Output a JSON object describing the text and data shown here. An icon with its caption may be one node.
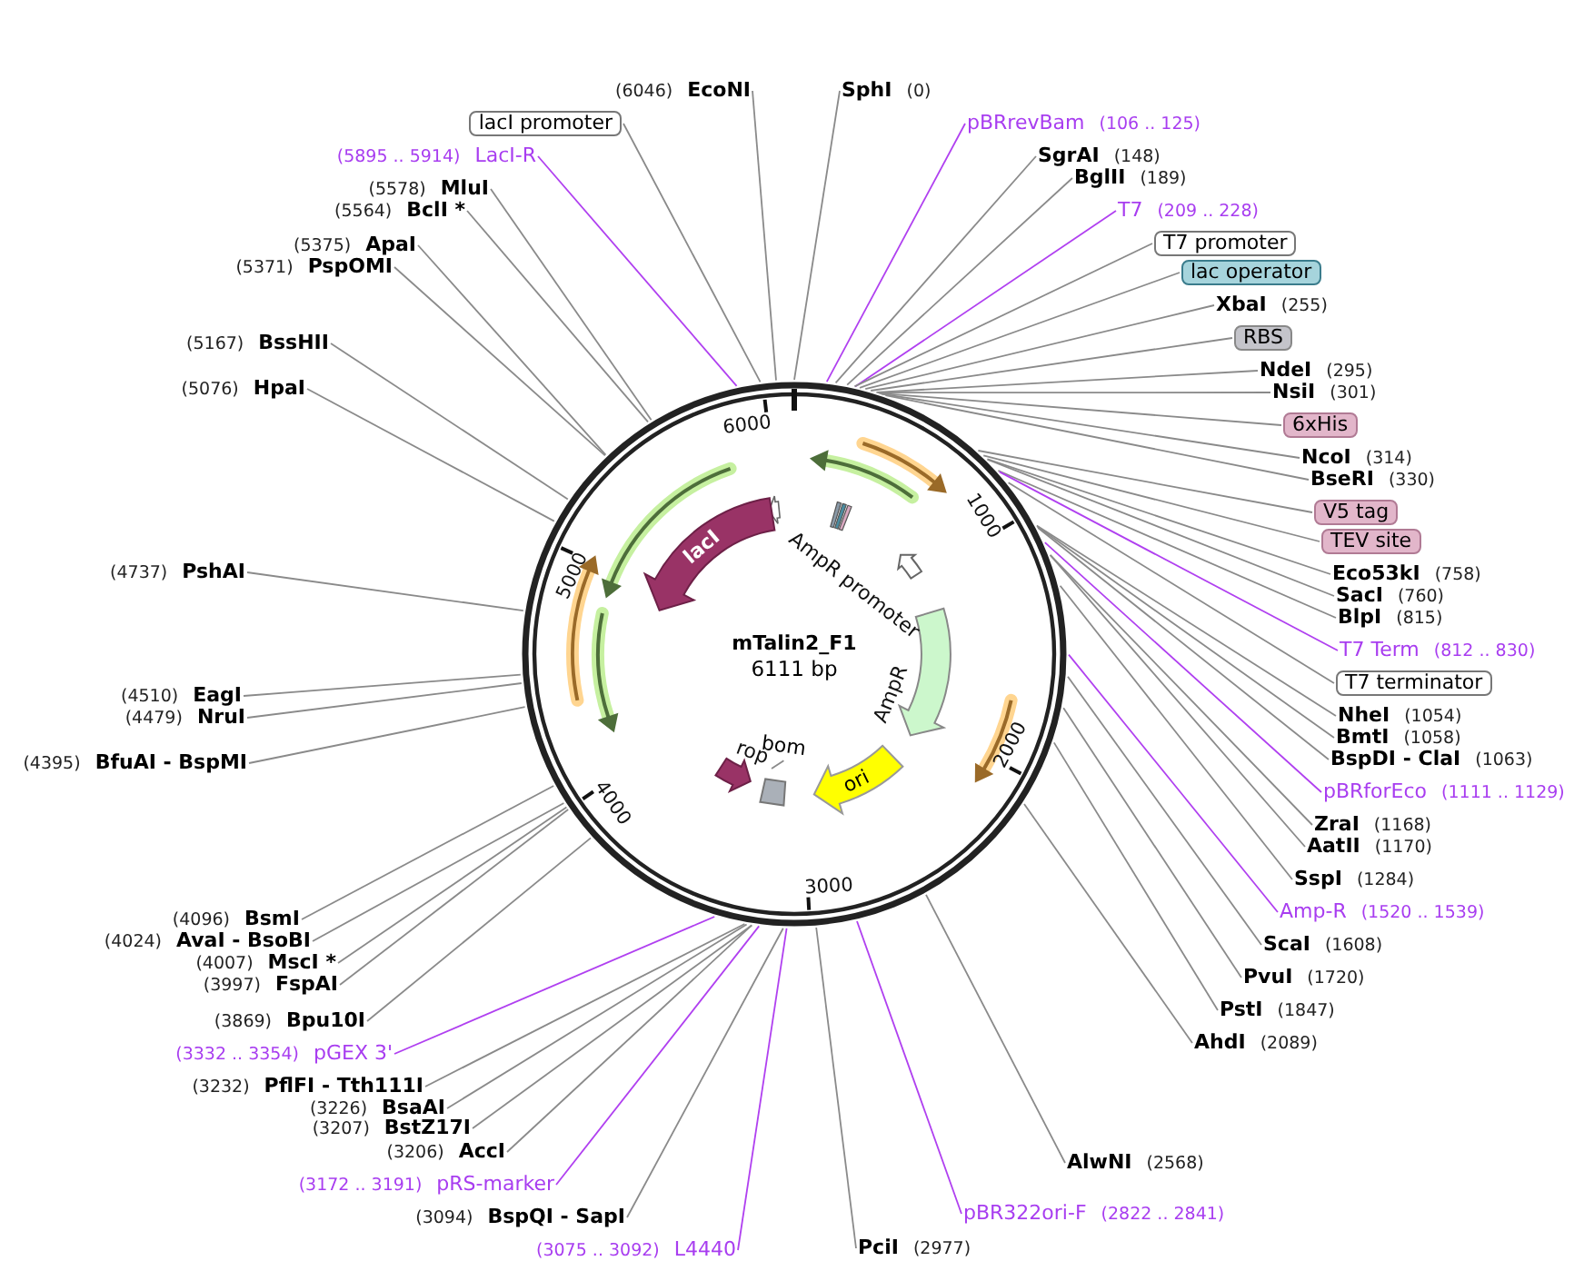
{
  "diagram": {
    "nodes": [
      {
        "text": [
          "mTalin2_F1",
          "6111 bp"
        ]
      },
      {
        "text": [
          "lacI"
        ],
        "in": 0
      },
      {
        "text": [],
        "shape": "arrow",
        "beside": [
          "AmpR promoter"
        ],
        "in": 0
      },
      {
        "text": [],
        "shape": "arrow",
        "beside": [
          "AmpR"
        ],
        "in": 0
      },
      {
        "text": [
          "ori"
        ],
        "in": 0
      },
      {
        "text": [],
        "shape": "arrow",
        "beside": [
          "rop"
        ],
        "in": 0
      },
      {
        "text": [
          "bom"
        ],
        "in": 0
      },
      {
        "text": [],
        "shape": "box",
        "in": 0
      },
      {
        "text": [
          "SphI",
          "(0)"
        ]
      },
      {
        "text": [
          "pBRrevBam",
          "(106 .. 125)"
        ]
      },
      {
        "text": [
          "SgrAI",
          "(148)"
        ]
      },
      {
        "text": [
          "BglII",
          "(189)"
        ]
      },
      {
        "text": [
          "T7",
          "(209 .. 228)"
        ]
      },
      {
        "text": [
          "T7 promoter"
        ]
      },
      {
        "text": [
          "lac operator"
        ]
      },
      {
        "text": [
          "XbaI",
          "(255)"
        ]
      },
      {
        "text": [
          "RBS"
        ]
      },
      {
        "text": [
          "NdeI",
          "(295)"
        ]
      },
      {
        "text": [
          "NsiI",
          "(301)"
        ]
      },
      {
        "text": [
          "6xHis"
        ]
      },
      {
        "text": [
          "NcoI",
          "(314)"
        ]
      },
      {
        "text": [
          "BseRI",
          "(330)"
        ]
      },
      {
        "text": [
          "V5 tag"
        ]
      },
      {
        "text": [
          "TEV site"
        ]
      },
      {
        "text": [
          "Eco53kI",
          "(758)"
        ]
      },
      {
        "text": [
          "SacI",
          "(760)"
        ]
      },
      {
        "text": [
          "BlpI",
          "(815)"
        ]
      },
      {
        "text": [
          "T7 Term",
          "(812 .. 830)"
        ]
      },
      {
        "text": [
          "T7 terminator"
        ]
      },
      {
        "text": [
          "NheI",
          "(1054)"
        ]
      },
      {
        "text": [
          "BmtI",
          "(1058)"
        ]
      },
      {
        "text": [
          "BspDI - ClaI",
          "(1063)"
        ]
      },
      {
        "text": [
          "pBRforEco",
          "(1111 .. 1129)"
        ]
      },
      {
        "text": [
          "ZraI",
          "(1168)"
        ]
      },
      {
        "text": [
          "AatII",
          "(1170)"
        ]
      },
      {
        "text": [
          "SspI",
          "(1284)"
        ]
      },
      {
        "text": [
          "Amp-R",
          "(1520 .. 1539)"
        ]
      },
      {
        "text": [
          "ScaI",
          "(1608)"
        ]
      },
      {
        "text": [
          "PvuI",
          "(1720)"
        ]
      },
      {
        "text": [
          "PstI",
          "(1847)"
        ]
      },
      {
        "text": [
          "AhdI",
          "(2089)"
        ]
      },
      {
        "text": [
          "AlwNI",
          "(2568)"
        ]
      },
      {
        "text": [
          "pBR322ori-F",
          "(2822 .. 2841)"
        ]
      },
      {
        "text": [
          "PciI",
          "(2977)"
        ]
      },
      {
        "text": [
          "(6046)",
          "EcoNI"
        ]
      },
      {
        "text": [
          "lacI promoter"
        ]
      },
      {
        "text": [
          "(5895 .. 5914)",
          "LacI-R"
        ]
      },
      {
        "text": [
          "(5578)",
          "MluI"
        ]
      },
      {
        "text": [
          "(5564)",
          "BclI *"
        ]
      },
      {
        "text": [
          "(5375)",
          "ApaI"
        ]
      },
      {
        "text": [
          "(5371)",
          "PspOMI"
        ]
      },
      {
        "text": [
          "(5167)",
          "BssHII"
        ]
      },
      {
        "text": [
          "(5076)",
          "HpaI"
        ]
      },
      {
        "text": [
          "(4737)",
          "PshAI"
        ]
      },
      {
        "text": [
          "(4510)",
          "EagI"
        ]
      },
      {
        "text": [
          "(4479)",
          "NruI"
        ]
      },
      {
        "text": [
          "(4395)",
          "BfuAI - BspMI"
        ]
      },
      {
        "text": [
          "(4096)",
          "BsmI"
        ]
      },
      {
        "text": [
          "(4024)",
          "AvaI - BsoBI"
        ]
      },
      {
        "text": [
          "(4007)",
          "MscI *"
        ]
      },
      {
        "text": [
          "(3997)",
          "FspAI"
        ]
      },
      {
        "text": [
          "(3869)",
          "Bpu10I"
        ]
      },
      {
        "text": [
          "(3332 .. 3354)",
          "pGEX 3'"
        ]
      },
      {
        "text": [
          "(3232)",
          "PflFI - Tth111I"
        ]
      },
      {
        "text": [
          "(3226)",
          "BsaAI"
        ]
      },
      {
        "text": [
          "(3207)",
          "BstZ17I"
        ]
      },
      {
        "text": [
          "(3206)",
          "AccI"
        ]
      },
      {
        "text": [
          "(3172 .. 3191)",
          "pRS-marker"
        ]
      },
      {
        "text": [
          "(3094)",
          "BspQI - SapI"
        ]
      },
      {
        "text": [
          "(3075 .. 3092)",
          "L4440"
        ]
      }
    ],
    "edges": [
      {
        "from": 8,
        "to": 0,
        "arrow": "none"
      },
      {
        "from": 9,
        "to": 0,
        "arrow": "none",
        "color": "#b040f0"
      },
      {
        "from": 10,
        "to": 0,
        "arrow": "none"
      },
      {
        "from": 11,
        "to": 0,
        "arrow": "none"
      },
      {
        "from": 12,
        "to": 0,
        "arrow": "none",
        "color": "#b040f0"
      },
      {
        "from": 13,
        "to": 0,
        "arrow": "none"
      },
      {
        "from": 14,
        "to": 0,
        "arrow": "none"
      },
      {
        "from": 15,
        "to": 0,
        "arrow": "none"
      },
      {
        "from": 16,
        "to": 0,
        "arrow": "none"
      },
      {
        "from": 17,
        "to": 0,
        "arrow": "none"
      },
      {
        "from": 18,
        "to": 0,
        "arrow": "none"
      },
      {
        "from": 19,
        "to": 0,
        "arrow": "none"
      },
      {
        "from": 20,
        "to": 0,
        "arrow": "none"
      },
      {
        "from": 21,
        "to": 0,
        "arrow": "none"
      },
      {
        "from": 22,
        "to": 0,
        "arrow": "none"
      },
      {
        "from": 23,
        "to": 0,
        "arrow": "none"
      },
      {
        "from": 24,
        "to": 0,
        "arrow": "none"
      },
      {
        "from": 25,
        "to": 0,
        "arrow": "none"
      },
      {
        "from": 26,
        "to": 0,
        "arrow": "none"
      },
      {
        "from": 27,
        "to": 0,
        "arrow": "none",
        "color": "#b040f0"
      },
      {
        "from": 28,
        "to": 0,
        "arrow": "none"
      },
      {
        "from": 29,
        "to": 0,
        "arrow": "none"
      },
      {
        "from": 30,
        "to": 0,
        "arrow": "none"
      },
      {
        "from": 31,
        "to": 0,
        "arrow": "none"
      },
      {
        "from": 32,
        "to": 0,
        "arrow": "none",
        "color": "#b040f0"
      },
      {
        "from": 33,
        "to": 0,
        "arrow": "none"
      },
      {
        "from": 34,
        "to": 0,
        "arrow": "none"
      },
      {
        "from": 35,
        "to": 0,
        "arrow": "none"
      },
      {
        "from": 36,
        "to": 0,
        "arrow": "none",
        "color": "#b040f0"
      },
      {
        "from": 37,
        "to": 0,
        "arrow": "none"
      },
      {
        "from": 38,
        "to": 0,
        "arrow": "none"
      },
      {
        "from": 39,
        "to": 0,
        "arrow": "none"
      },
      {
        "from": 40,
        "to": 0,
        "arrow": "none"
      },
      {
        "from": 41,
        "to": 0,
        "arrow": "none"
      },
      {
        "from": 42,
        "to": 0,
        "arrow": "none",
        "color": "#b040f0"
      },
      {
        "from": 43,
        "to": 0,
        "arrow": "none"
      },
      {
        "from": 44,
        "to": 0,
        "arrow": "none"
      },
      {
        "from": 45,
        "to": 0,
        "arrow": "none"
      },
      {
        "from": 46,
        "to": 0,
        "arrow": "none",
        "color": "#b040f0"
      },
      {
        "from": 47,
        "to": 0,
        "arrow": "none"
      },
      {
        "from": 48,
        "to": 0,
        "arrow": "none"
      },
      {
        "from": 49,
        "to": 0,
        "arrow": "none"
      },
      {
        "from": 50,
        "to": 0,
        "arrow": "none"
      },
      {
        "from": 51,
        "to": 0,
        "arrow": "none"
      },
      {
        "from": 52,
        "to": 0,
        "arrow": "none"
      },
      {
        "from": 53,
        "to": 0,
        "arrow": "none"
      },
      {
        "from": 54,
        "to": 0,
        "arrow": "none"
      },
      {
        "from": 55,
        "to": 0,
        "arrow": "none"
      },
      {
        "from": 56,
        "to": 0,
        "arrow": "none"
      },
      {
        "from": 57,
        "to": 0,
        "arrow": "none"
      },
      {
        "from": 58,
        "to": 0,
        "arrow": "none"
      },
      {
        "from": 59,
        "to": 0,
        "arrow": "none"
      },
      {
        "from": 60,
        "to": 0,
        "arrow": "none"
      },
      {
        "from": 61,
        "to": 0,
        "arrow": "none"
      },
      {
        "from": 62,
        "to": 0,
        "arrow": "none",
        "color": "#b040f0"
      },
      {
        "from": 63,
        "to": 0,
        "arrow": "none"
      },
      {
        "from": 64,
        "to": 0,
        "arrow": "none"
      },
      {
        "from": 65,
        "to": 0,
        "arrow": "none"
      },
      {
        "from": 66,
        "to": 0,
        "arrow": "none"
      },
      {
        "from": 67,
        "to": 0,
        "arrow": "none",
        "color": "#b040f0"
      },
      {
        "from": 68,
        "to": 0,
        "arrow": "none"
      },
      {
        "from": 69,
        "to": 0,
        "arrow": "none",
        "color": "#b040f0"
      },
      {
        "from": 6,
        "to": 7,
        "arrow": "none"
      }
    ],
    "labels": [
      "1000",
      "2000",
      "3000",
      "4000",
      "5000",
      "6000"
    ]
  }
}
